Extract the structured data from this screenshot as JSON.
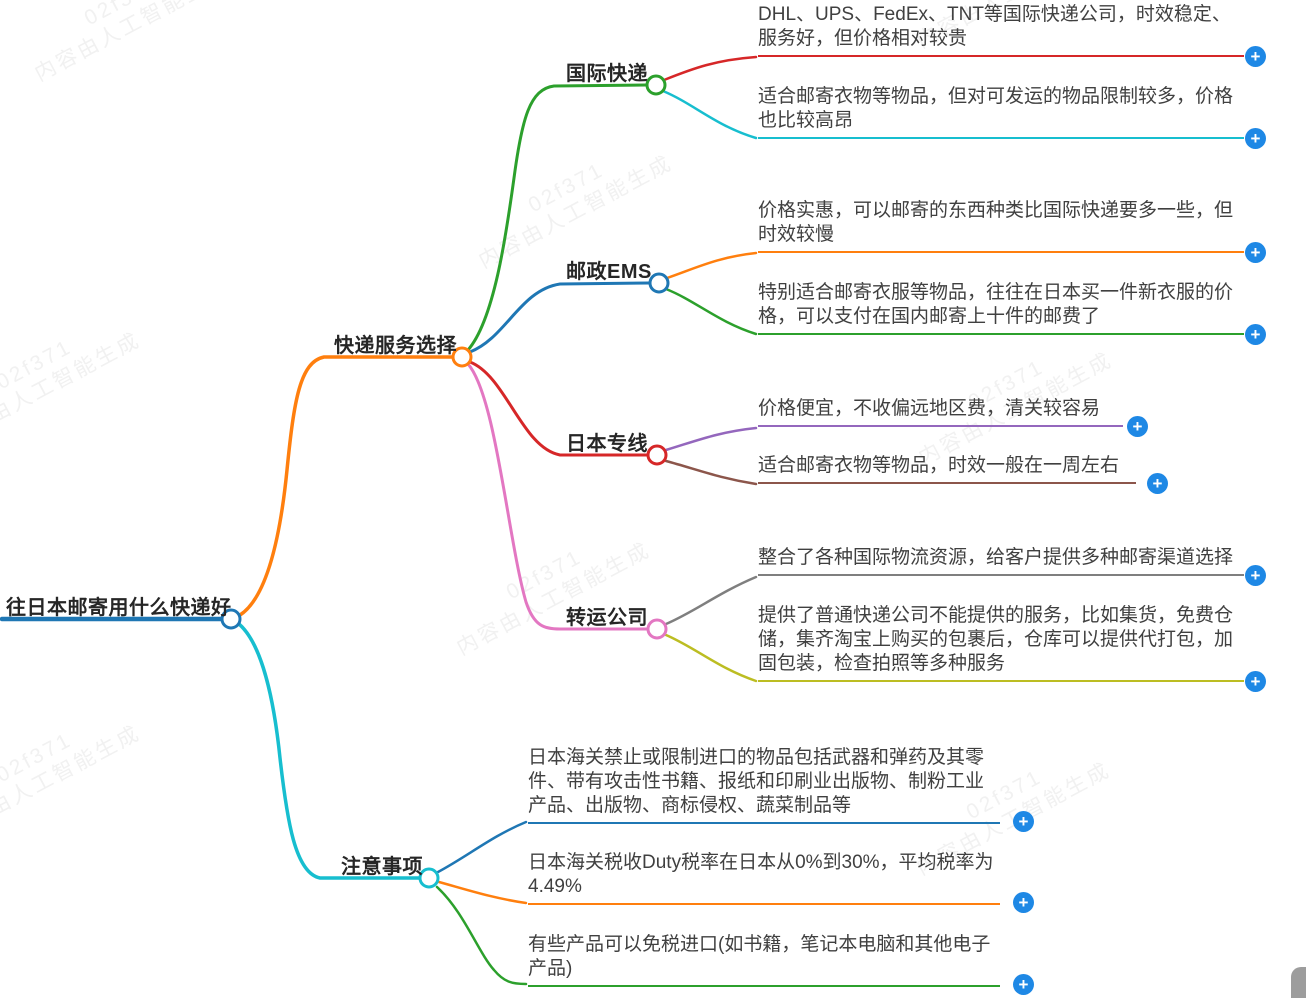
{
  "watermark": {
    "line1": "02f371",
    "line2": "内容由人工智能生成"
  },
  "controls": {
    "plus_glyph": "+"
  },
  "colors": {
    "root_line": "#1f77b4",
    "branch_service": "#ff7f0e",
    "branch_notes": "#17becf",
    "node_intl": "#2ca02c",
    "node_ems": "#1f77b4",
    "node_line": "#d62728",
    "node_forward": "#e377c2",
    "leaf_red": "#d62728",
    "leaf_cyan": "#17becf",
    "leaf_orange": "#ff7f0e",
    "leaf_green": "#2ca02c",
    "leaf_purple": "#9467bd",
    "leaf_brown": "#8c564b",
    "leaf_gray": "#7f7f7f",
    "leaf_olive": "#bcbd22",
    "leaf_blue": "#1f77b4",
    "plus_button": "#1e88e5"
  },
  "mindmap": {
    "root": {
      "label": "往日本邮寄用什么快递好"
    },
    "branches": [
      {
        "label": "快递服务选择",
        "color": "#ff7f0e",
        "children": [
          {
            "label": "国际快递",
            "color": "#2ca02c",
            "leaves": [
              {
                "text": "DHL、UPS、FedEx、TNT等国际快递公司，时效稳定、服务好，但价格相对较贵",
                "color": "#d62728"
              },
              {
                "text": "适合邮寄衣物等物品，但对可发运的物品限制较多，价格也比较高昂",
                "color": "#17becf"
              }
            ]
          },
          {
            "label": "邮政EMS",
            "color": "#1f77b4",
            "leaves": [
              {
                "text": "价格实惠，可以邮寄的东西种类比国际快递要多一些，但时效较慢",
                "color": "#ff7f0e"
              },
              {
                "text": "特别适合邮寄衣服等物品，往往在日本买一件新衣服的价格，可以支付在国内邮寄上十件的邮费了",
                "color": "#2ca02c"
              }
            ]
          },
          {
            "label": "日本专线",
            "color": "#d62728",
            "leaves": [
              {
                "text": "价格便宜，不收偏远地区费，清关较容易",
                "color": "#9467bd"
              },
              {
                "text": "适合邮寄衣物等物品，时效一般在一周左右",
                "color": "#8c564b"
              }
            ]
          },
          {
            "label": "转运公司",
            "color": "#e377c2",
            "leaves": [
              {
                "text": "整合了各种国际物流资源，给客户提供多种邮寄渠道选择",
                "color": "#7f7f7f"
              },
              {
                "text": "提供了普通快递公司不能提供的服务，比如集货，免费仓储，集齐淘宝上购买的包裹后，仓库可以提供代打包，加固包装，检查拍照等多种服务",
                "color": "#bcbd22"
              }
            ]
          }
        ]
      },
      {
        "label": "注意事项",
        "color": "#17becf",
        "leaves": [
          {
            "text": "日本海关禁止或限制进口的物品包括武器和弹药及其零件、带有攻击性书籍、报纸和印刷业出版物、制粉工业产品、出版物、商标侵权、蔬菜制品等",
            "color": "#1f77b4"
          },
          {
            "text": "日本海关税收Duty税率在日本从0%到30%，平均税率为4.49%",
            "color": "#ff7f0e"
          },
          {
            "text": "有些产品可以免税进口(如书籍，笔记本电脑和其他电子产品)",
            "color": "#2ca02c"
          }
        ]
      }
    ]
  }
}
